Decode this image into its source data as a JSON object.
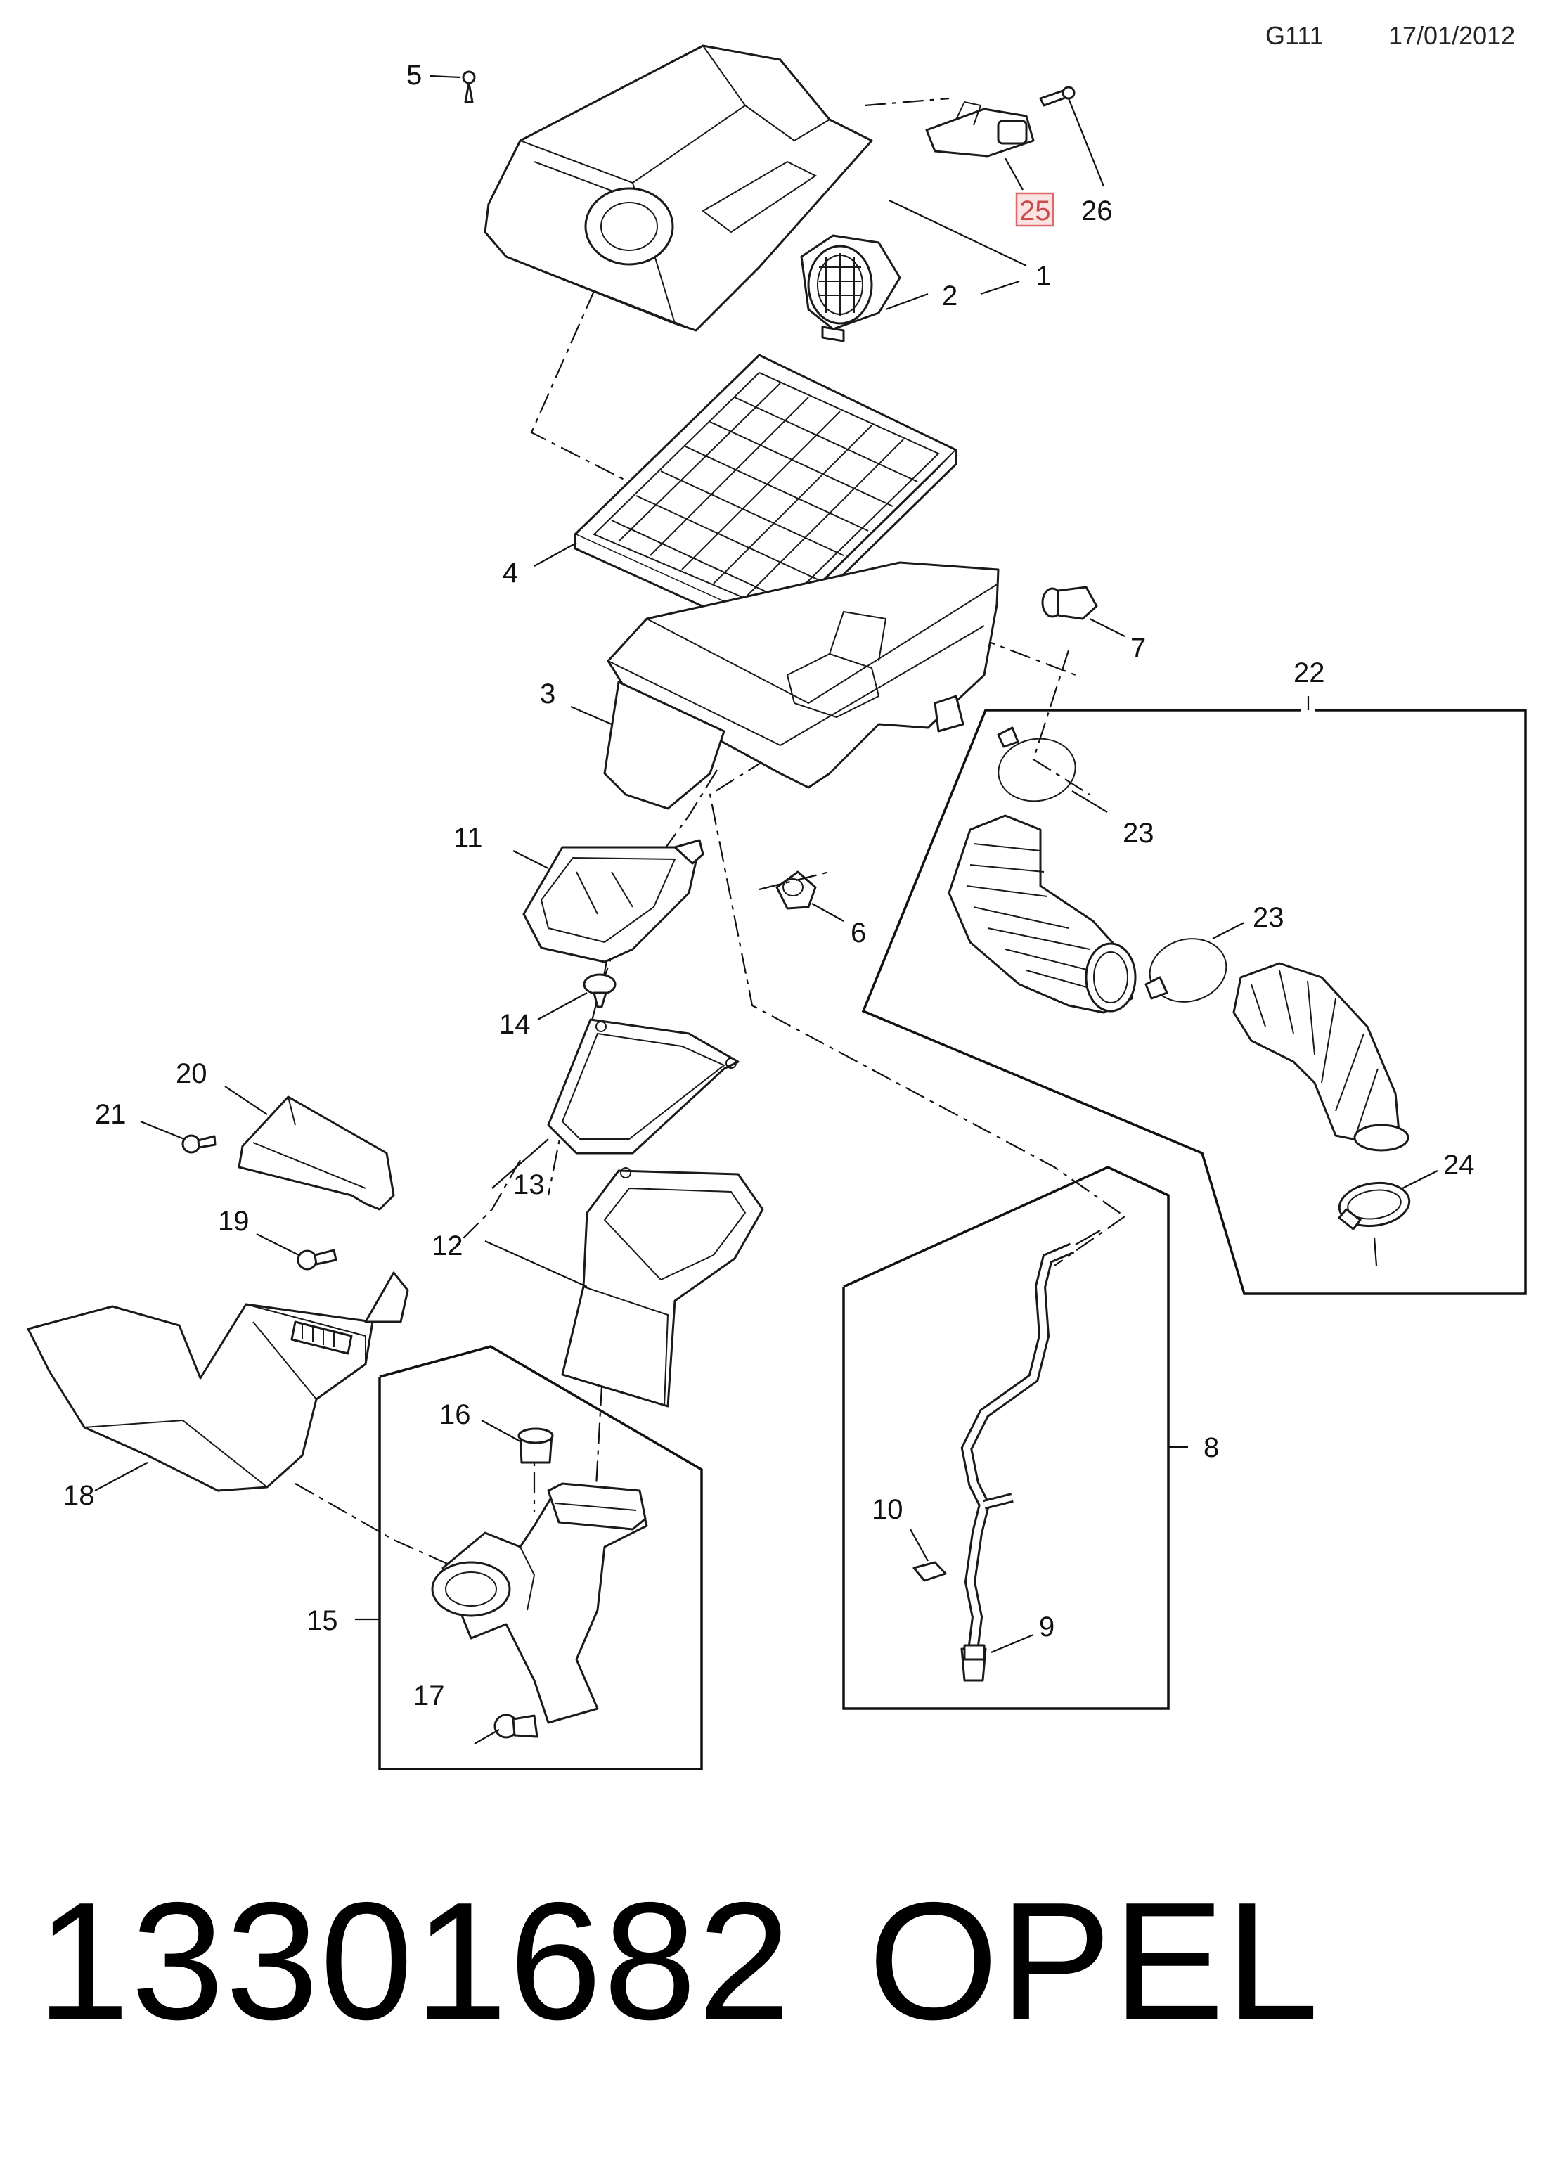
{
  "header": {
    "diagram_code": "G111",
    "date": "17/01/2012"
  },
  "callouts": {
    "c1": "1",
    "c2": "2",
    "c3": "3",
    "c4": "4",
    "c5": "5",
    "c6": "6",
    "c7": "7",
    "c8": "8",
    "c9": "9",
    "c10": "10",
    "c11": "11",
    "c12": "12",
    "c13": "13",
    "c14": "14",
    "c15": "15",
    "c16": "16",
    "c17": "17",
    "c18": "18",
    "c19": "19",
    "c20": "20",
    "c21": "21",
    "c22": "22",
    "c23a": "23",
    "c23b": "23",
    "c24": "24",
    "c25": "25",
    "c26": "26"
  },
  "highlighted_callout": "25",
  "colors": {
    "highlight_fill": "#fbe3e3",
    "highlight_stroke": "#e06a6a",
    "line": "#111111"
  },
  "footer": {
    "part_number": "13301682",
    "brand": "OPEL"
  }
}
